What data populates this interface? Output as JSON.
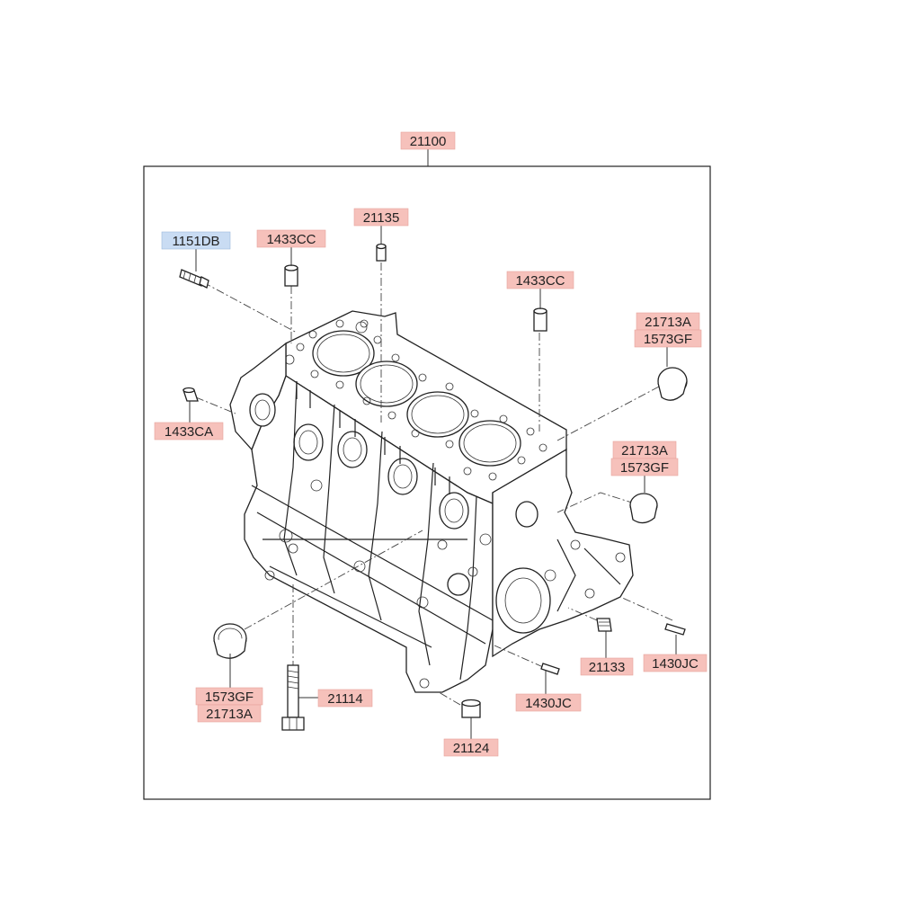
{
  "colors": {
    "label_fill": "#f6c1bb",
    "highlight_fill": "#c9dcf3",
    "line": "#222222"
  },
  "labels": {
    "assembly": "21100",
    "bolt_1151db": "1151DB",
    "bush_1433cc_left": "1433CC",
    "pin_21135": "21135",
    "bush_1433cc_right": "1433CC",
    "plug_top_a": "21713A",
    "plug_top_b": "1573GF",
    "plug_mid_a": "21713A",
    "plug_mid_b": "1573GF",
    "bush_1433ca": "1433CA",
    "plug_low_a": "1573GF",
    "plug_low_b": "21713A",
    "bolt_21114": "21114",
    "bush_21124": "21124",
    "pin_1430jc_lower": "1430JC",
    "plug_21133": "21133",
    "pin_1430jc_right": "1430JC"
  }
}
